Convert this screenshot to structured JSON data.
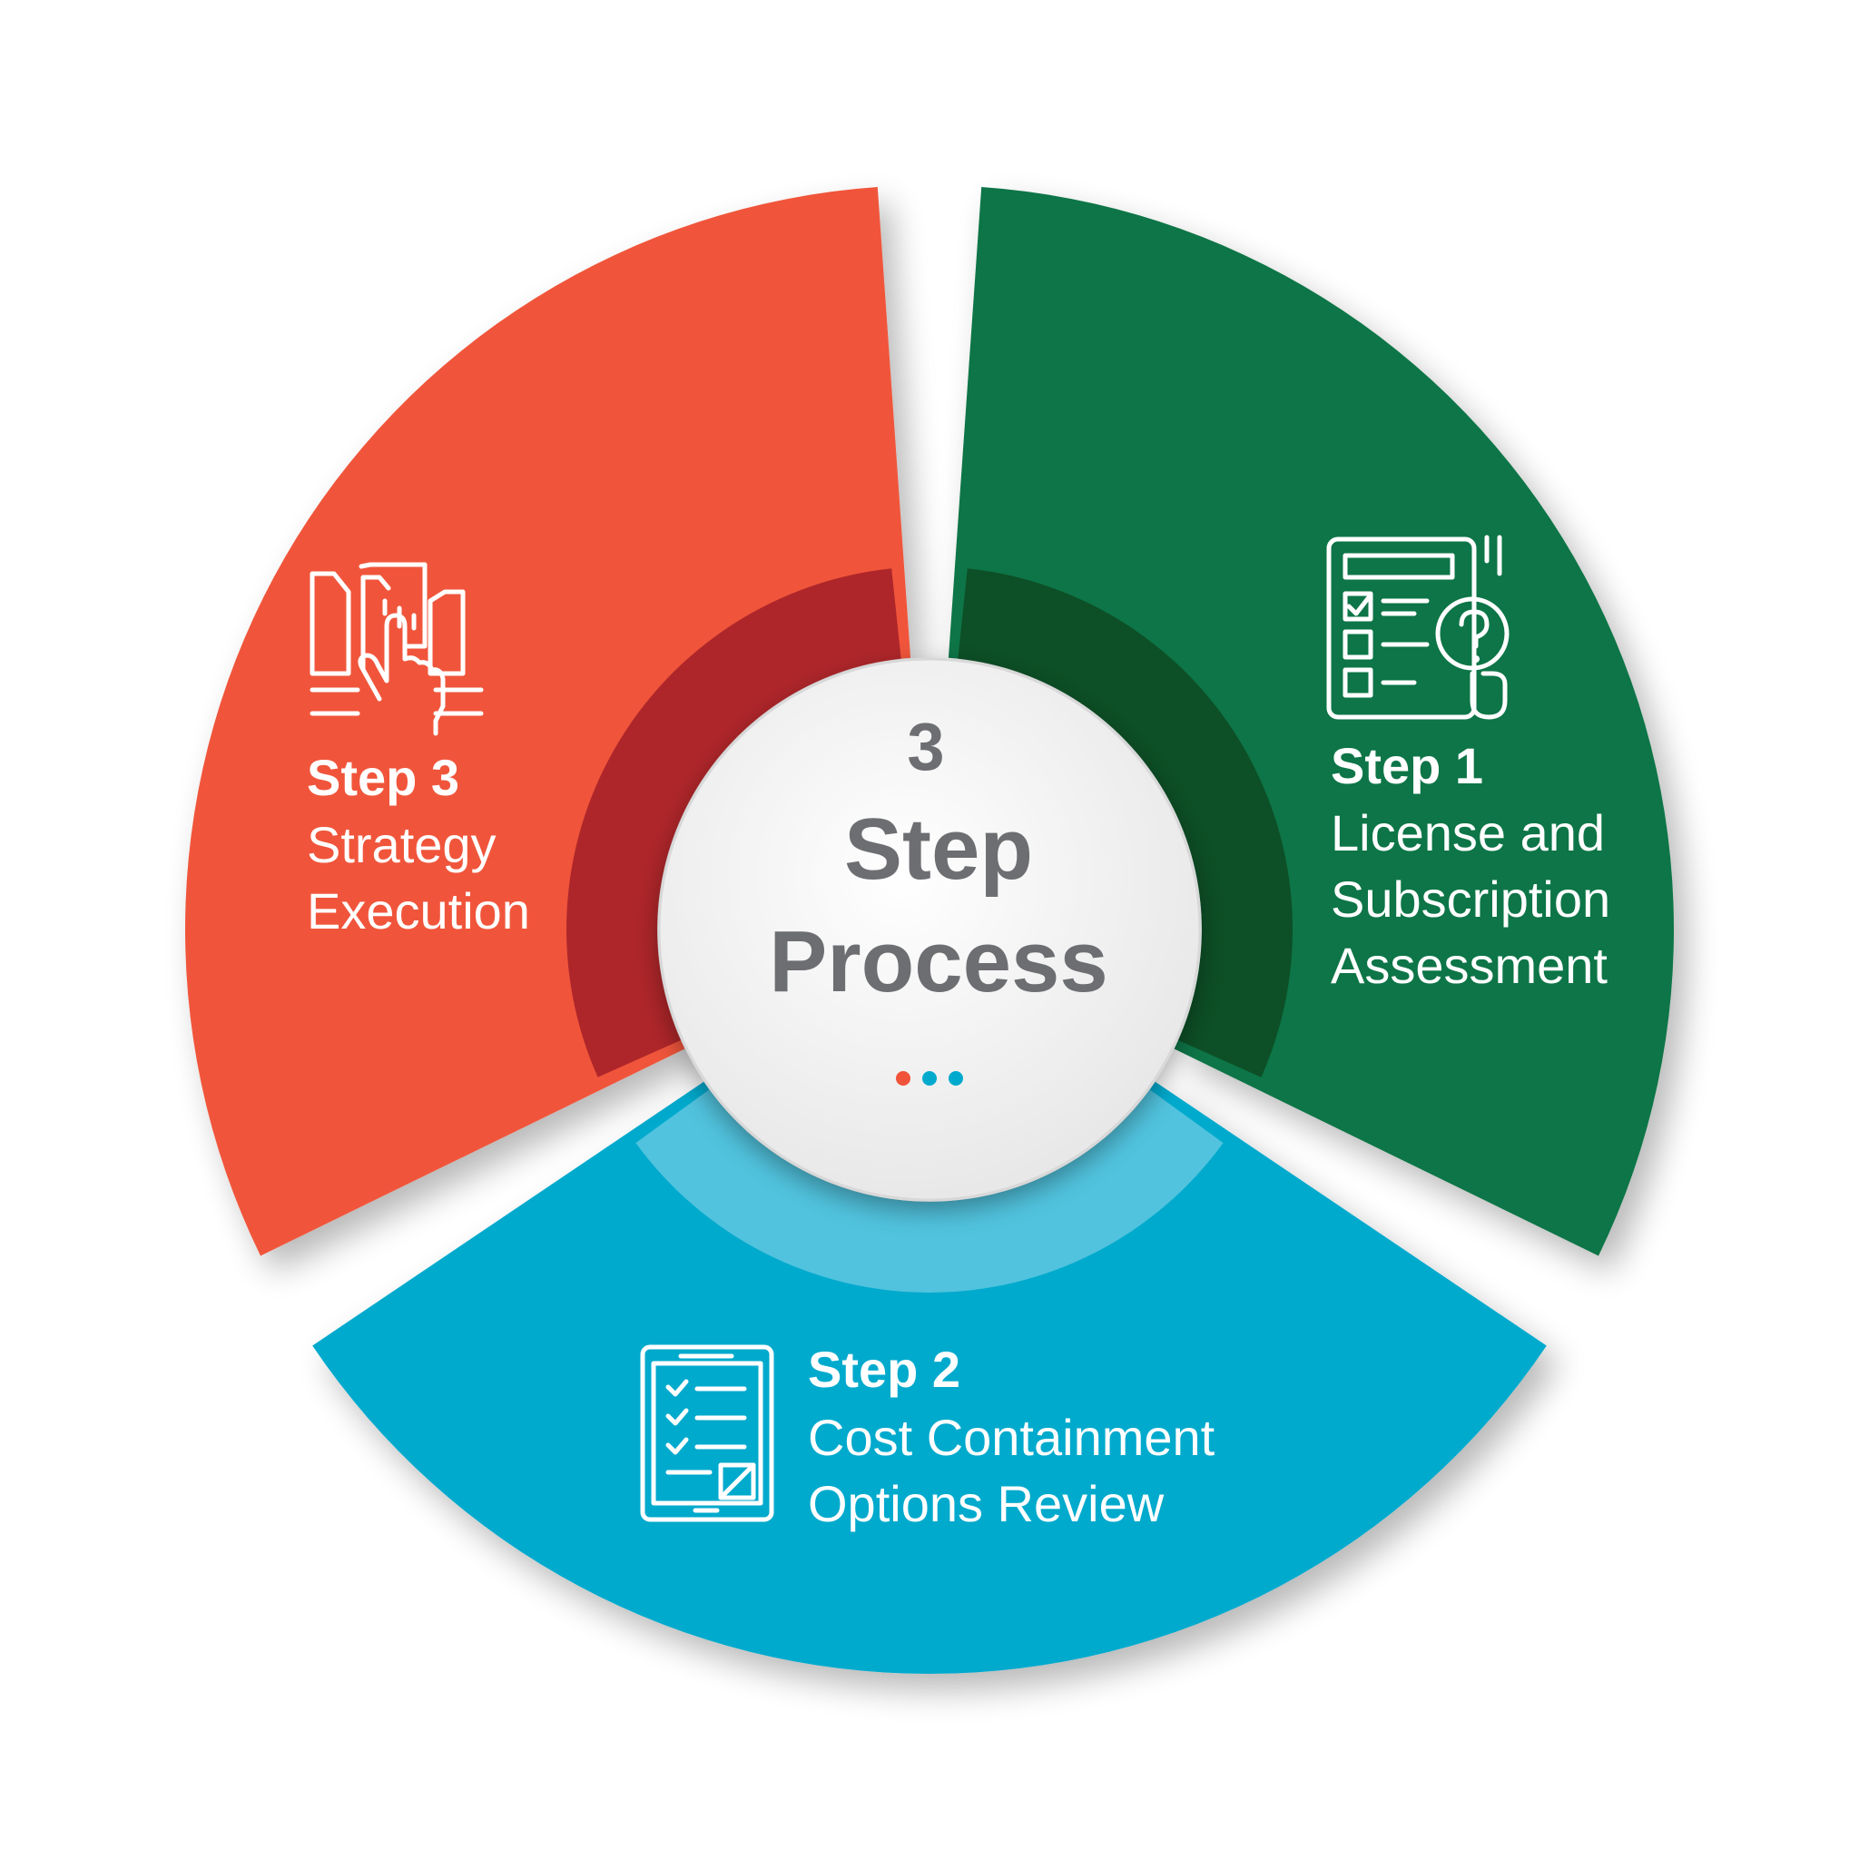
{
  "center": {
    "number": "3",
    "line1": "Step",
    "line2": "Process",
    "dot_colors": [
      "#f0533a",
      "#01aacd",
      "#01aacd"
    ]
  },
  "steps": [
    {
      "title": "Step 1",
      "lines": [
        "License and",
        "Subscription",
        "Assessment"
      ],
      "icon": "checklist-question-icon",
      "color": "#0f7446",
      "inner_color": "#0d4a22"
    },
    {
      "title": "Step 2",
      "lines": [
        "Cost Containment",
        "Options Review"
      ],
      "icon": "clipboard-checklist-icon",
      "color": "#01aacd",
      "inner_color": "#5fc8e0"
    },
    {
      "title": "Step 3",
      "lines": [
        "Strategy",
        "Execution"
      ],
      "icon": "hand-pointing-documents-icon",
      "color": "#f0553a",
      "inner_color": "#a31f28"
    }
  ]
}
